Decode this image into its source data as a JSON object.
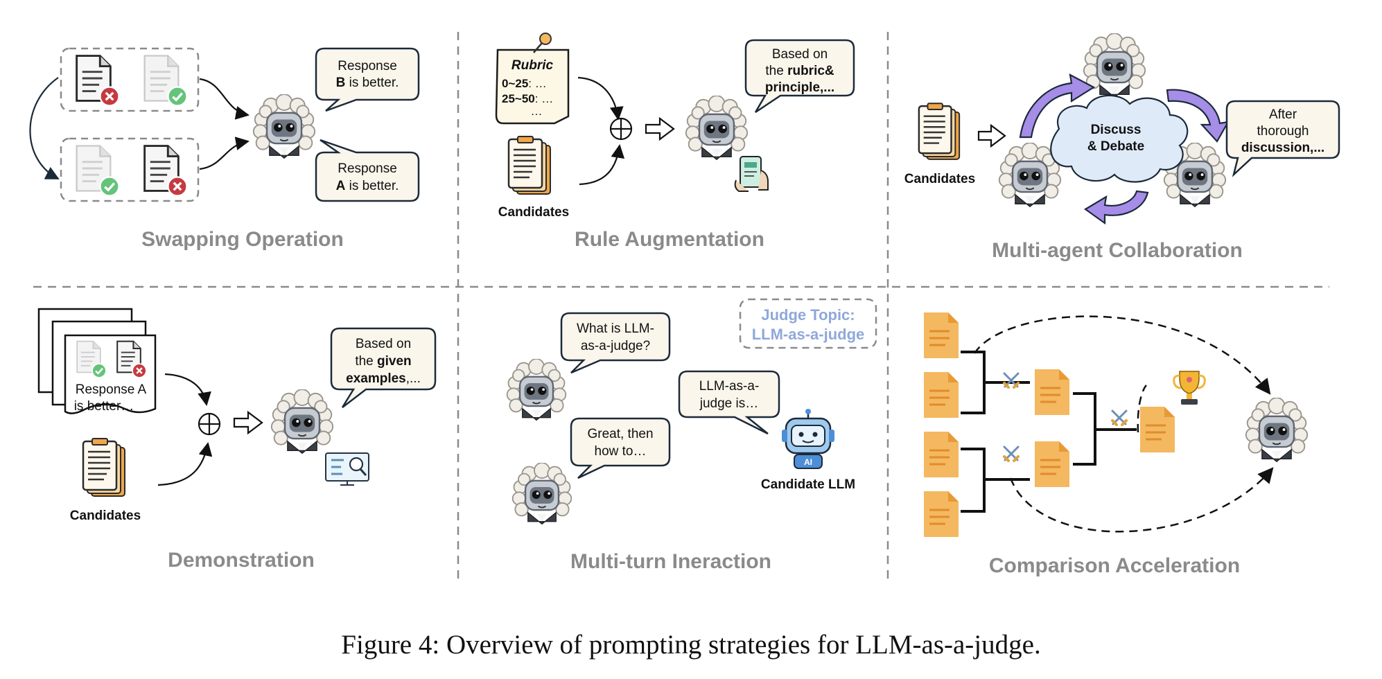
{
  "colors": {
    "title_gray": "#8a8a8a",
    "bubble_fill": "#fbf6ec",
    "bubble_stroke": "#1b2a3a",
    "doc_orange": "#f4b860",
    "doc_orange_dark": "#e89a35",
    "purple_arrow": "#a68de8",
    "cloud_fill": "#dfeaf9",
    "topic_blue": "#8fa8d9",
    "grid_dash": "#8a8a8a"
  },
  "icons": [
    "judge-robot-icon",
    "document-icon",
    "check-badge-icon",
    "cross-badge-icon",
    "clipboard-icon",
    "sword-cross-icon",
    "trophy-icon",
    "ai-robot-icon",
    "search-screen-icon",
    "tablet-hand-icon",
    "pushpin-icon",
    "circled-plus-icon",
    "hollow-arrow-icon"
  ],
  "panels": {
    "swap": {
      "title": "Swapping Operation",
      "bubble1": [
        "Response",
        "B is better."
      ],
      "bubble2": [
        "Response",
        "A is better."
      ]
    },
    "rule": {
      "title": "Rule Augmentation",
      "rubric_title": "Rubric",
      "rubric_lines": [
        "0~25: …",
        "25~50: …",
        "…"
      ],
      "candidates": "Candidates",
      "bubble": [
        "Based on",
        "the rubric&",
        "principle,..."
      ]
    },
    "multi": {
      "title": "Multi-agent Collaboration",
      "candidates": "Candidates",
      "cloud": [
        "Discuss",
        "& Debate"
      ],
      "bubble": [
        "After",
        "thorough",
        "discussion,..."
      ]
    },
    "demo": {
      "title": "Demonstration",
      "card_text": [
        "Response A",
        "is better…"
      ],
      "candidates": "Candidates",
      "bubble": [
        "Based on",
        "the given",
        "examples,..."
      ]
    },
    "turn": {
      "title": "Multi-turn Ineraction",
      "topic": [
        "Judge Topic:",
        "LLM-as-a-judge"
      ],
      "bubble1": [
        "What is LLM-",
        "as-a-judge?"
      ],
      "bubble2": [
        "LLM-as-a-",
        "judge is…"
      ],
      "bubble3": [
        "Great, then",
        "how to…"
      ],
      "robot_label": "AI",
      "candidate_llm": "Candidate LLM"
    },
    "comp": {
      "title": "Comparison Acceleration"
    }
  },
  "caption": "Figure 4: Overview of prompting strategies for LLM-as-a-judge."
}
